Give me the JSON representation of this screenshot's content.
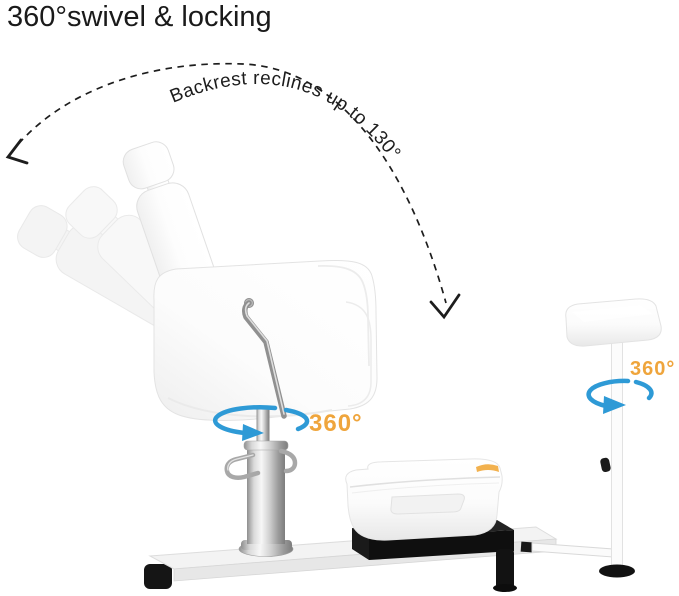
{
  "page": {
    "title": "360°swivel & locking",
    "background": "#ffffff"
  },
  "annotations": {
    "recline_label": "Backrest reclines up to 130°",
    "seat_swivel_label": "360°",
    "footrest_swivel_label": "360°"
  },
  "colors": {
    "title_text": "#1a1a1a",
    "annotation_text": "#1d1d1d",
    "accent_orange": "#efa53c",
    "swivel_arrow_blue": "#2e9ad6",
    "platform_black": "#141414"
  },
  "icons": {
    "recline_range": "dashed-arc-with-arrowheads",
    "seat_swivel": "circular-rotation-arrow",
    "footrest_swivel": "circular-rotation-arrow"
  }
}
